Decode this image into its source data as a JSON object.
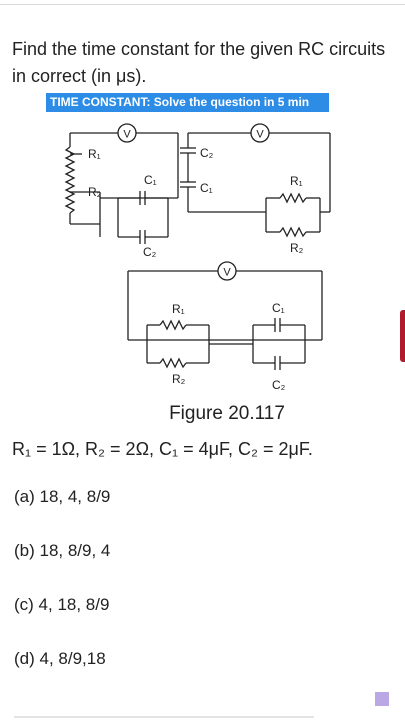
{
  "question": {
    "text": "Find the time constant for the given RC circuits in correct (in μs)."
  },
  "banner": {
    "label": "TIME CONSTANT: Solve the question in 5 min"
  },
  "figure": {
    "voltmeter_symbol": "V",
    "labels": {
      "r1": "R₁",
      "r2": "R₂",
      "c1": "C₁",
      "c2": "C₂"
    },
    "caption": "Figure 20.117",
    "given": "R₁ = 1Ω, R₂ = 2Ω, C₁ = 4μF, C₂ = 2μF."
  },
  "options": [
    {
      "label": "(a) 18, 4, 8/9"
    },
    {
      "label": "(b) 18, 8/9, 4"
    },
    {
      "label": "(c) 4, 18, 8/9"
    },
    {
      "label": "(d) 4, 8/9,18"
    }
  ],
  "colors": {
    "banner_bg": "#2d8ce6",
    "side_tab": "#b01a2c",
    "corner_square": "#b9a8e3"
  }
}
